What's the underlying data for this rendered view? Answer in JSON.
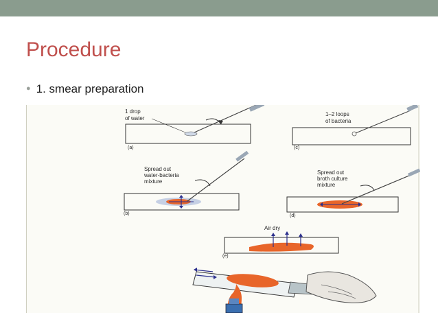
{
  "slide": {
    "title": "Procedure",
    "bullets": [
      {
        "text": "1. smear preparation"
      }
    ]
  },
  "figure": {
    "panels": {
      "a": {
        "letter": "(a)",
        "label_lines": [
          "1 drop",
          "of water"
        ]
      },
      "b": {
        "letter": "(b)",
        "label_lines": [
          "Spread out",
          "water-bacteria",
          "mixture"
        ]
      },
      "c": {
        "letter": "(c)",
        "label_lines": [
          "1–2 loops",
          "of bacteria"
        ]
      },
      "d": {
        "letter": "(d)",
        "label_lines": [
          "Spread out",
          "broth culture",
          "mixture"
        ]
      },
      "e": {
        "letter": "(e)",
        "label_lines": [
          "Air dry"
        ]
      }
    }
  },
  "colors": {
    "top_bar": "#8a9c8e",
    "title": "#c0504d",
    "smear": "#e8652a",
    "arrow": "#2b2f8c"
  }
}
